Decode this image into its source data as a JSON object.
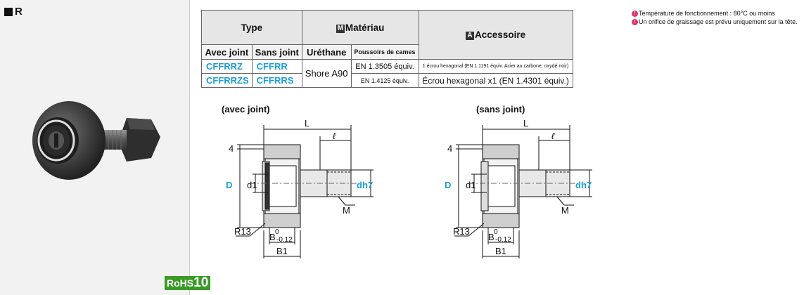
{
  "section": {
    "title": "R"
  },
  "badge": {
    "text": "RoHS",
    "number": "10"
  },
  "table": {
    "headers": {
      "type": "Type",
      "material_letter": "M",
      "material": "Matériau",
      "accessory_letter": "A",
      "accessory": "Accessoire"
    },
    "subheaders": {
      "with_seal": "Avec joint",
      "without_seal": "Sans joint",
      "urethane": "Uréthane",
      "cam_followers": "Poussoirs de cames"
    },
    "rows": [
      {
        "with_seal": "CFFRRZ",
        "without_seal": "CFFRR",
        "urethane": "Shore A90",
        "cam": "EN 1.3505 équiv.",
        "accessory": "1 écrou hexagonal (EN 1.1191 équiv. Acier au carbone, oxydé noir)"
      },
      {
        "with_seal": "CFFRRZS",
        "without_seal": "CFFRRS",
        "cam": "EN 1.4125 équiv.",
        "accessory": "Écrou hexagonal x1 (EN 1.4301 équiv.)"
      }
    ]
  },
  "notes": [
    "Température de fonctionnement : 80°C ou moins",
    "Un orifice de graissage est prévu uniquement sur la tête."
  ],
  "drawings": {
    "with_seal_caption": "(avec joint)",
    "without_seal_caption": "(sans joint)",
    "labels": {
      "L": "L",
      "l": "ℓ",
      "four": "4",
      "D": "D",
      "d1": "d1",
      "dh7": "dh7",
      "M": "M",
      "R13": "R13",
      "B_tol_top": "0",
      "B": "B",
      "B_tol_bottom": "-0.12",
      "B1": "B1"
    }
  },
  "colors": {
    "accent": "#1a9ed9",
    "rohs": "#3a9b27",
    "note_icon": "#e0336b"
  },
  "icons": {
    "note": "tip-icon",
    "section": "square-icon"
  }
}
